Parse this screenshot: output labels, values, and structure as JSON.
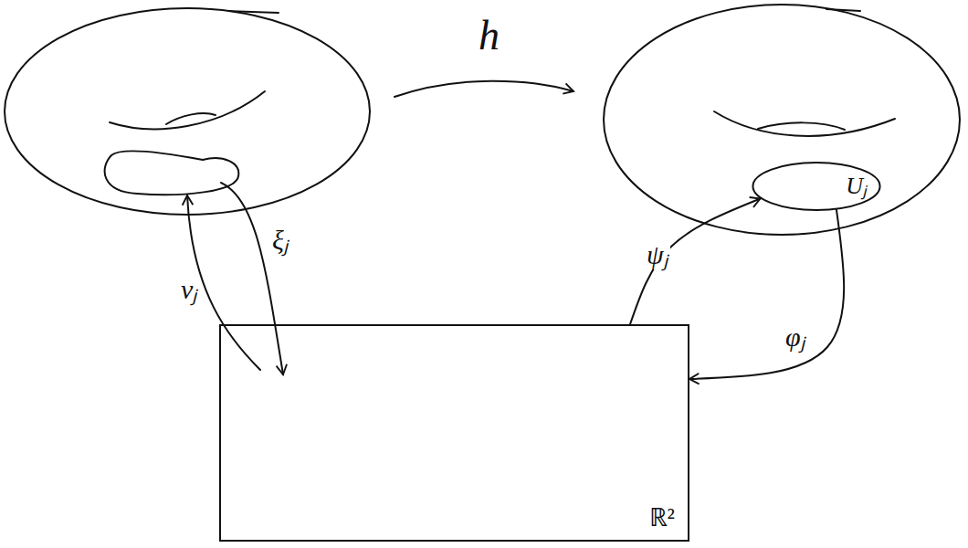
{
  "diagram": {
    "nodes": [
      {
        "text": [
          "Uⱼ"
        ]
      },
      {
        "text": [
          "ℝ²"
        ]
      }
    ],
    "edges": [
      {
        "from": 1,
        "to": 0,
        "label": "ψⱼ",
        "arrow": "to"
      },
      {
        "from": 0,
        "to": 1,
        "label": "φⱼ",
        "arrow": "to"
      }
    ],
    "labels": [
      "h",
      "νⱼ",
      "ξⱼ"
    ]
  }
}
